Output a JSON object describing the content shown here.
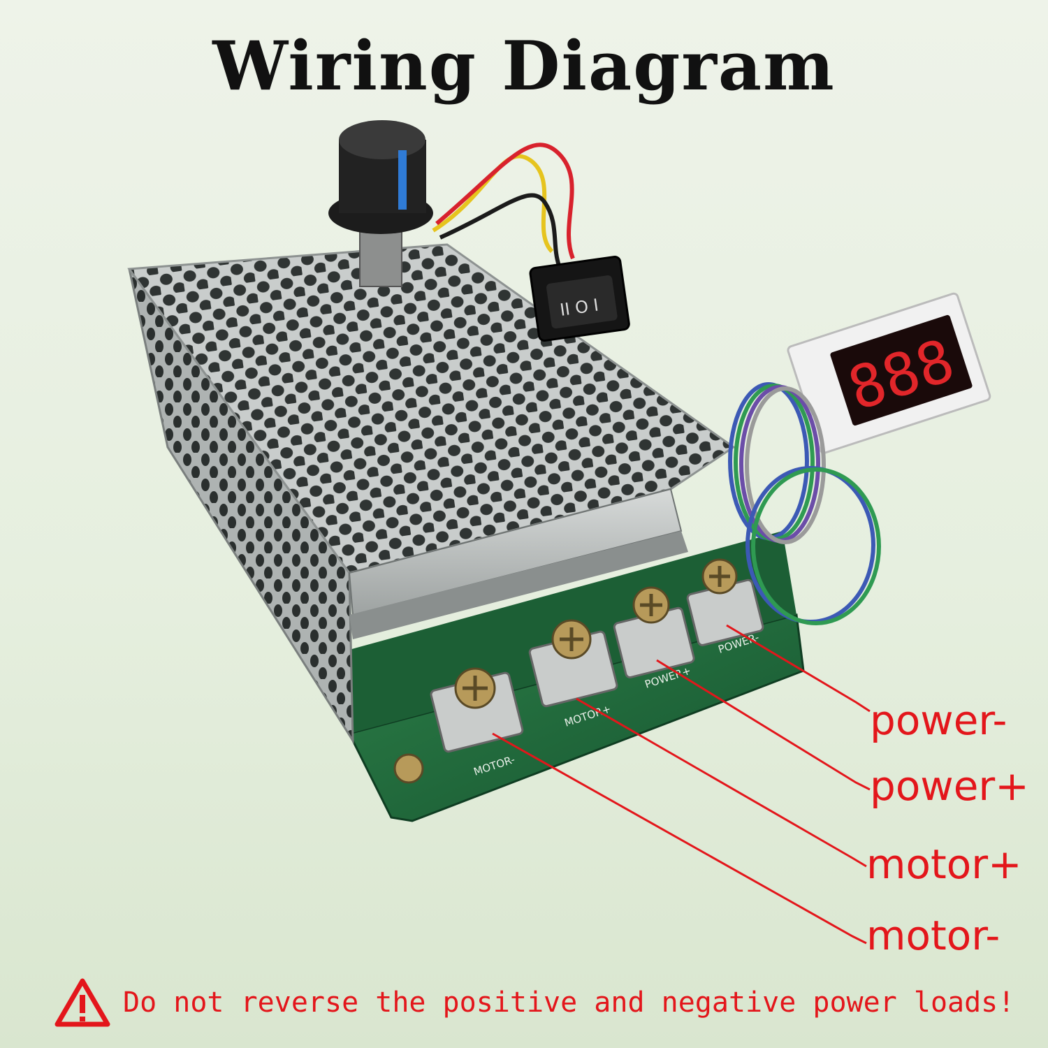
{
  "title": "Wiring Diagram",
  "device": {
    "terminal_silkscreen": [
      "MOTOR-",
      "MOTOR+",
      "POWER+",
      "POWER-"
    ],
    "display_readout": "888",
    "switch_marks": "II O I"
  },
  "callouts": [
    {
      "id": "power-minus",
      "label": "power-"
    },
    {
      "id": "power-plus",
      "label": "power+"
    },
    {
      "id": "motor-plus",
      "label": "motor+"
    },
    {
      "id": "motor-minus",
      "label": "motor-"
    }
  ],
  "warning": {
    "icon": "warning-triangle-icon",
    "text": "Do not reverse the positive and negative power loads!"
  },
  "colors": {
    "callout_red": "#e3161b",
    "title": "#111111",
    "pcb_green": "#1f6b3a",
    "metal": "#b9bdbd"
  }
}
